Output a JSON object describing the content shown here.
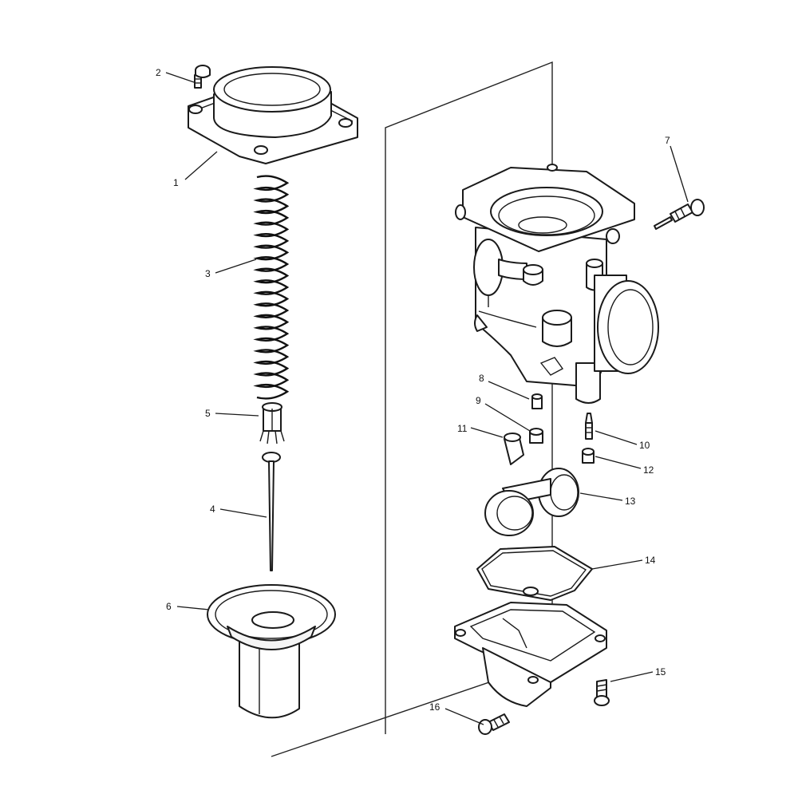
{
  "callouts": [
    {
      "id": "1",
      "label": "1"
    },
    {
      "id": "2",
      "label": "2"
    },
    {
      "id": "3",
      "label": "3"
    },
    {
      "id": "4",
      "label": "4"
    },
    {
      "id": "5",
      "label": "5"
    },
    {
      "id": "6",
      "label": "6"
    },
    {
      "id": "7",
      "label": "7"
    },
    {
      "id": "8",
      "label": "8"
    },
    {
      "id": "9",
      "label": "9"
    },
    {
      "id": "10",
      "label": "10"
    },
    {
      "id": "11",
      "label": "11"
    },
    {
      "id": "12",
      "label": "12"
    },
    {
      "id": "13",
      "label": "13"
    },
    {
      "id": "14",
      "label": "14"
    },
    {
      "id": "15",
      "label": "15"
    },
    {
      "id": "16",
      "label": "16"
    }
  ],
  "colors": {
    "line": "#1a1a1a",
    "background": "#ffffff"
  }
}
